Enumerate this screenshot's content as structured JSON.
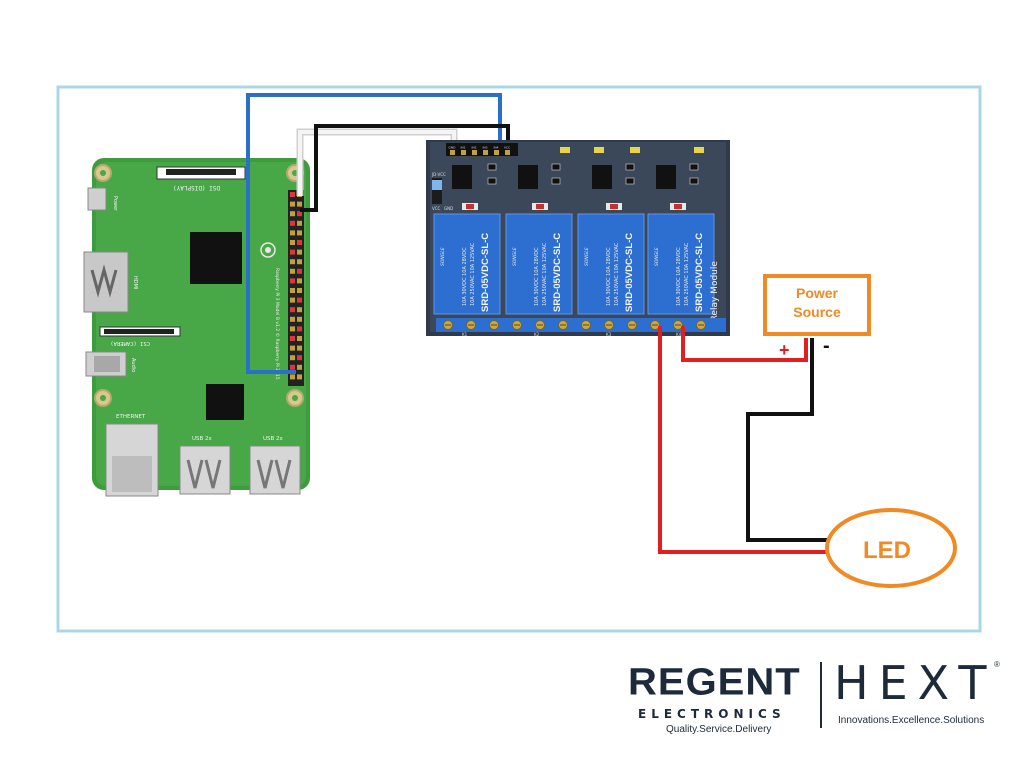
{
  "diagram": {
    "power_source_label_line1": "Power",
    "power_source_label_line2": "Source",
    "plus_sign": "+",
    "minus_sign": "-",
    "led_label": "LED",
    "pi_labels": {
      "dsi": "DSI (DISPLAY)",
      "hdmi": "HDMI",
      "csi": "CSI (CAMERA)",
      "audio": "Audio",
      "ethernet": "ETHERNET",
      "usb1": "USB 2x",
      "usb2": "USB 2x",
      "power": "Power",
      "board_text": "Raspberry Pi 3 Model B v1.2 © Raspberry Pi 2015"
    },
    "relay_module": {
      "title": "4 Relay Module",
      "relay_brand": "SONGLE",
      "relay_model": "SRD-05VDC-SL-C",
      "relay_spec_lines": [
        "10A 250VAC 10A 125VAC",
        "10A 30VDC 10A 28VDC"
      ],
      "jumper_labels": [
        "JD-VCC",
        "VCC",
        "GND"
      ],
      "header_pins": [
        "GND",
        "IN1",
        "IN2",
        "IN3",
        "IN4",
        "VCC"
      ],
      "channel_labels": [
        "K1",
        "K2",
        "K3",
        "K4"
      ]
    },
    "colors": {
      "frame": "#a8d8e6",
      "wire_blue": "#2a6fc9",
      "wire_black": "#111111",
      "wire_white": "#ececec",
      "wire_red": "#e02020",
      "accent_orange": "#f08a24",
      "pi_green": "#3e9b3e",
      "relay_board": "#2f3b4c",
      "relay_blue": "#2d6fd0"
    }
  },
  "logos": {
    "regent_name": "REGENT",
    "regent_sub": "ELECTRONICS",
    "regent_tagline": "Quality.Service.Delivery",
    "hext_name": "HEXT",
    "hext_registered": "®",
    "hext_tagline": "Innovations.Excellence.Solutions"
  }
}
